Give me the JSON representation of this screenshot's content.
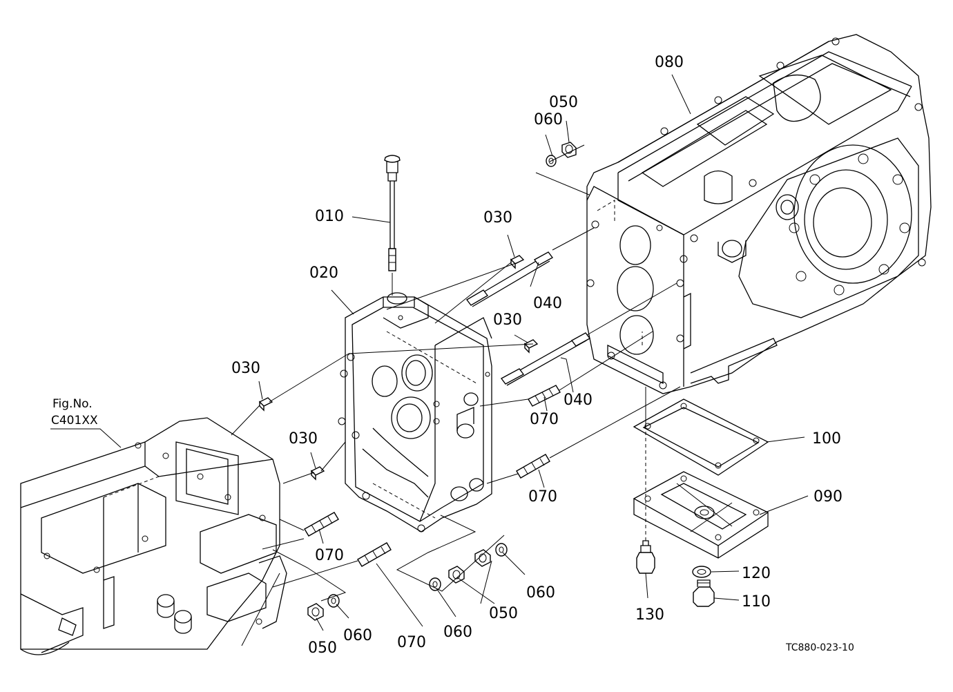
{
  "diagram": {
    "callouts": {
      "c010": "010",
      "c020": "020",
      "c030_a": "030",
      "c030_b": "030",
      "c030_c": "030",
      "c030_d": "030",
      "c040_a": "040",
      "c040_b": "040",
      "c050_a": "050",
      "c050_b": "050",
      "c050_c": "050",
      "c060_a": "060",
      "c060_b": "060",
      "c060_c": "060",
      "c060_d": "060",
      "c070_a": "070",
      "c070_b": "070",
      "c070_c": "070",
      "c070_d": "070",
      "c080": "080",
      "c090": "090",
      "c100": "100",
      "c110": "110",
      "c120": "120",
      "c130": "130"
    },
    "figure_ref": {
      "line1": "Fig.No.",
      "line2": "C401XX"
    },
    "drawing_code": "TC880-023-10"
  }
}
